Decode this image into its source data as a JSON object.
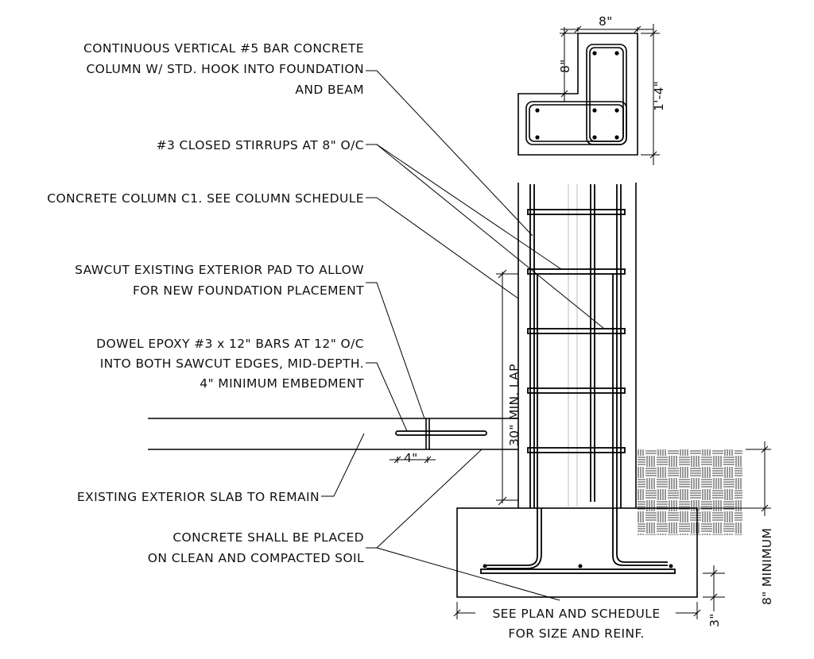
{
  "notes": {
    "vertical_bar": [
      "CONTINUOUS VERTICAL #5 BAR CONCRETE",
      "COLUMN W/ STD. HOOK INTO FOUNDATION",
      "AND BEAM"
    ],
    "stirrups": [
      "#3 CLOSED STIRRUPS AT 8\" O/C"
    ],
    "column": [
      "CONCRETE COLUMN C1. SEE COLUMN SCHEDULE"
    ],
    "sawcut": [
      "SAWCUT EXISTING EXTERIOR PAD TO ALLOW",
      "FOR NEW FOUNDATION PLACEMENT"
    ],
    "dowel": [
      "DOWEL EPOXY #3 x 12\" BARS AT 12\" O/C",
      "INTO BOTH SAWCUT EDGES, MID-DEPTH.",
      "4\" MINIMUM EMBEDMENT"
    ],
    "slab": [
      "EXISTING EXTERIOR SLAB TO REMAIN"
    ],
    "soil": [
      "CONCRETE SHALL BE PLACED",
      "ON CLEAN AND COMPACTED SOIL"
    ],
    "footing": [
      "SEE PLAN AND SCHEDULE",
      "FOR SIZE AND REINF."
    ]
  },
  "dimensions": {
    "plan_width": "8\"",
    "plan_leg": "8\"",
    "plan_height": "1'-4\"",
    "min_lap": "30\" MIN. LAP",
    "embed": "4\"",
    "cover": "3\"",
    "footing_min": "8\" MINIMUM"
  }
}
